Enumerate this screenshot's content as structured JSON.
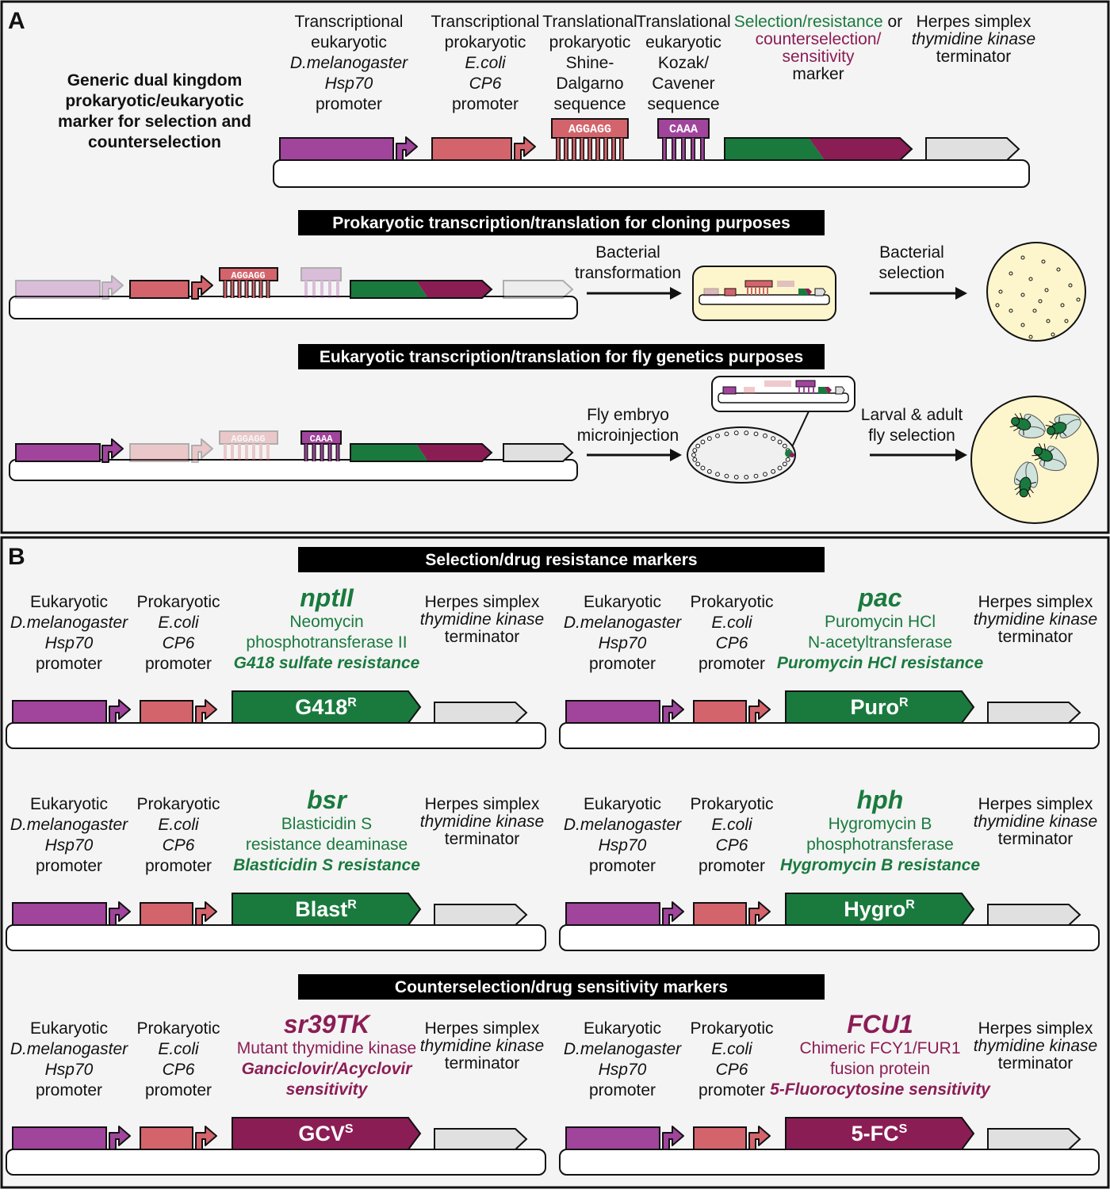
{
  "colors": {
    "eukaryotic": "#a0449c",
    "prokaryotic": "#d4646c",
    "selection": "#1a7a3e",
    "counterselection": "#8b1d55",
    "terminator": "#e0e0e0",
    "panelBg": "#f4f4f4",
    "plate": "#fdf6cc"
  },
  "panelA": {
    "letter": "A",
    "title": [
      "Generic dual kingdom",
      "prokaryotic/eukaryotic",
      "marker for selection and",
      "counterselection"
    ],
    "eukPromoter": [
      "Transcriptional",
      "eukaryotic",
      "D.melanogaster",
      "Hsp70",
      "promoter"
    ],
    "proPromoter": [
      "Transcriptional",
      "prokaryotic",
      "E.coli",
      "CP6",
      "promoter"
    ],
    "shineDalgarno": [
      "Translational",
      "prokaryotic",
      "Shine-",
      "Dalgarno",
      "sequence"
    ],
    "kozak": [
      "Translational",
      "eukaryotic",
      "Kozak/",
      "Cavener",
      "sequence"
    ],
    "marker": {
      "selection": "Selection/resistance",
      "or": " or",
      "counter1": "counterselection/",
      "counter2": "sensitivity",
      "word": "marker"
    },
    "terminator": [
      "Herpes simplex",
      "thymidine kinase",
      "terminator"
    ],
    "sdSequence": "AGGAGG",
    "kozakSequence": "CAAA",
    "prokHeader": "Prokaryotic transcription/translation for cloning purposes",
    "eukHeader": "Eukaryotic transcription/translation for fly genetics purposes",
    "bactTransformation": [
      "Bacterial",
      "transformation"
    ],
    "bactSelection": [
      "Bacterial",
      "selection"
    ],
    "flyInjection": [
      "Fly embryo",
      "microinjection"
    ],
    "flySelection": [
      "Larval & adult",
      "fly selection"
    ]
  },
  "panelB": {
    "letter": "B",
    "selHeader": "Selection/drug resistance markers",
    "counterHeader": "Counterselection/drug sensitivity markers",
    "eukPromoter": [
      "Eukaryotic",
      "D.melanogaster",
      "Hsp70",
      "promoter"
    ],
    "proPromoter": [
      "Prokaryotic",
      "E.coli",
      "CP6",
      "promoter"
    ],
    "terminator": [
      "Herpes simplex",
      "thymidine kinase",
      "terminator"
    ],
    "markers": [
      {
        "gene": "nptII",
        "desc": [
          "Neomycin",
          "phosphotransferase II"
        ],
        "effect": [
          "G418 sulfate resistance"
        ],
        "bar": "G418",
        "sup": "R",
        "type": "selection"
      },
      {
        "gene": "pac",
        "desc": [
          "Puromycin HCl",
          "N-acetyltransferase"
        ],
        "effect": [
          "Puromycin HCl resistance"
        ],
        "bar": "Puro",
        "sup": "R",
        "type": "selection"
      },
      {
        "gene": "bsr",
        "desc": [
          "Blasticidin S",
          "resistance deaminase"
        ],
        "effect": [
          "Blasticidin S resistance"
        ],
        "bar": "Blast",
        "sup": "R",
        "type": "selection"
      },
      {
        "gene": "hph",
        "desc": [
          "Hygromycin B",
          "phosphotransferase"
        ],
        "effect": [
          "Hygromycin B resistance"
        ],
        "bar": "Hygro",
        "sup": "R",
        "type": "selection"
      },
      {
        "gene": "sr39TK",
        "desc": [
          "Mutant thymidine kinase"
        ],
        "effect": [
          "Ganciclovir/Acyclovir",
          "sensitivity"
        ],
        "bar": "GCV",
        "sup": "S",
        "type": "counter"
      },
      {
        "gene": "FCU1",
        "desc": [
          "Chimeric FCY1/FUR1",
          "fusion protein"
        ],
        "effect": [
          "5-Fluorocytosine sensitivity"
        ],
        "bar": "5-FC",
        "sup": "S",
        "type": "counter"
      }
    ]
  }
}
